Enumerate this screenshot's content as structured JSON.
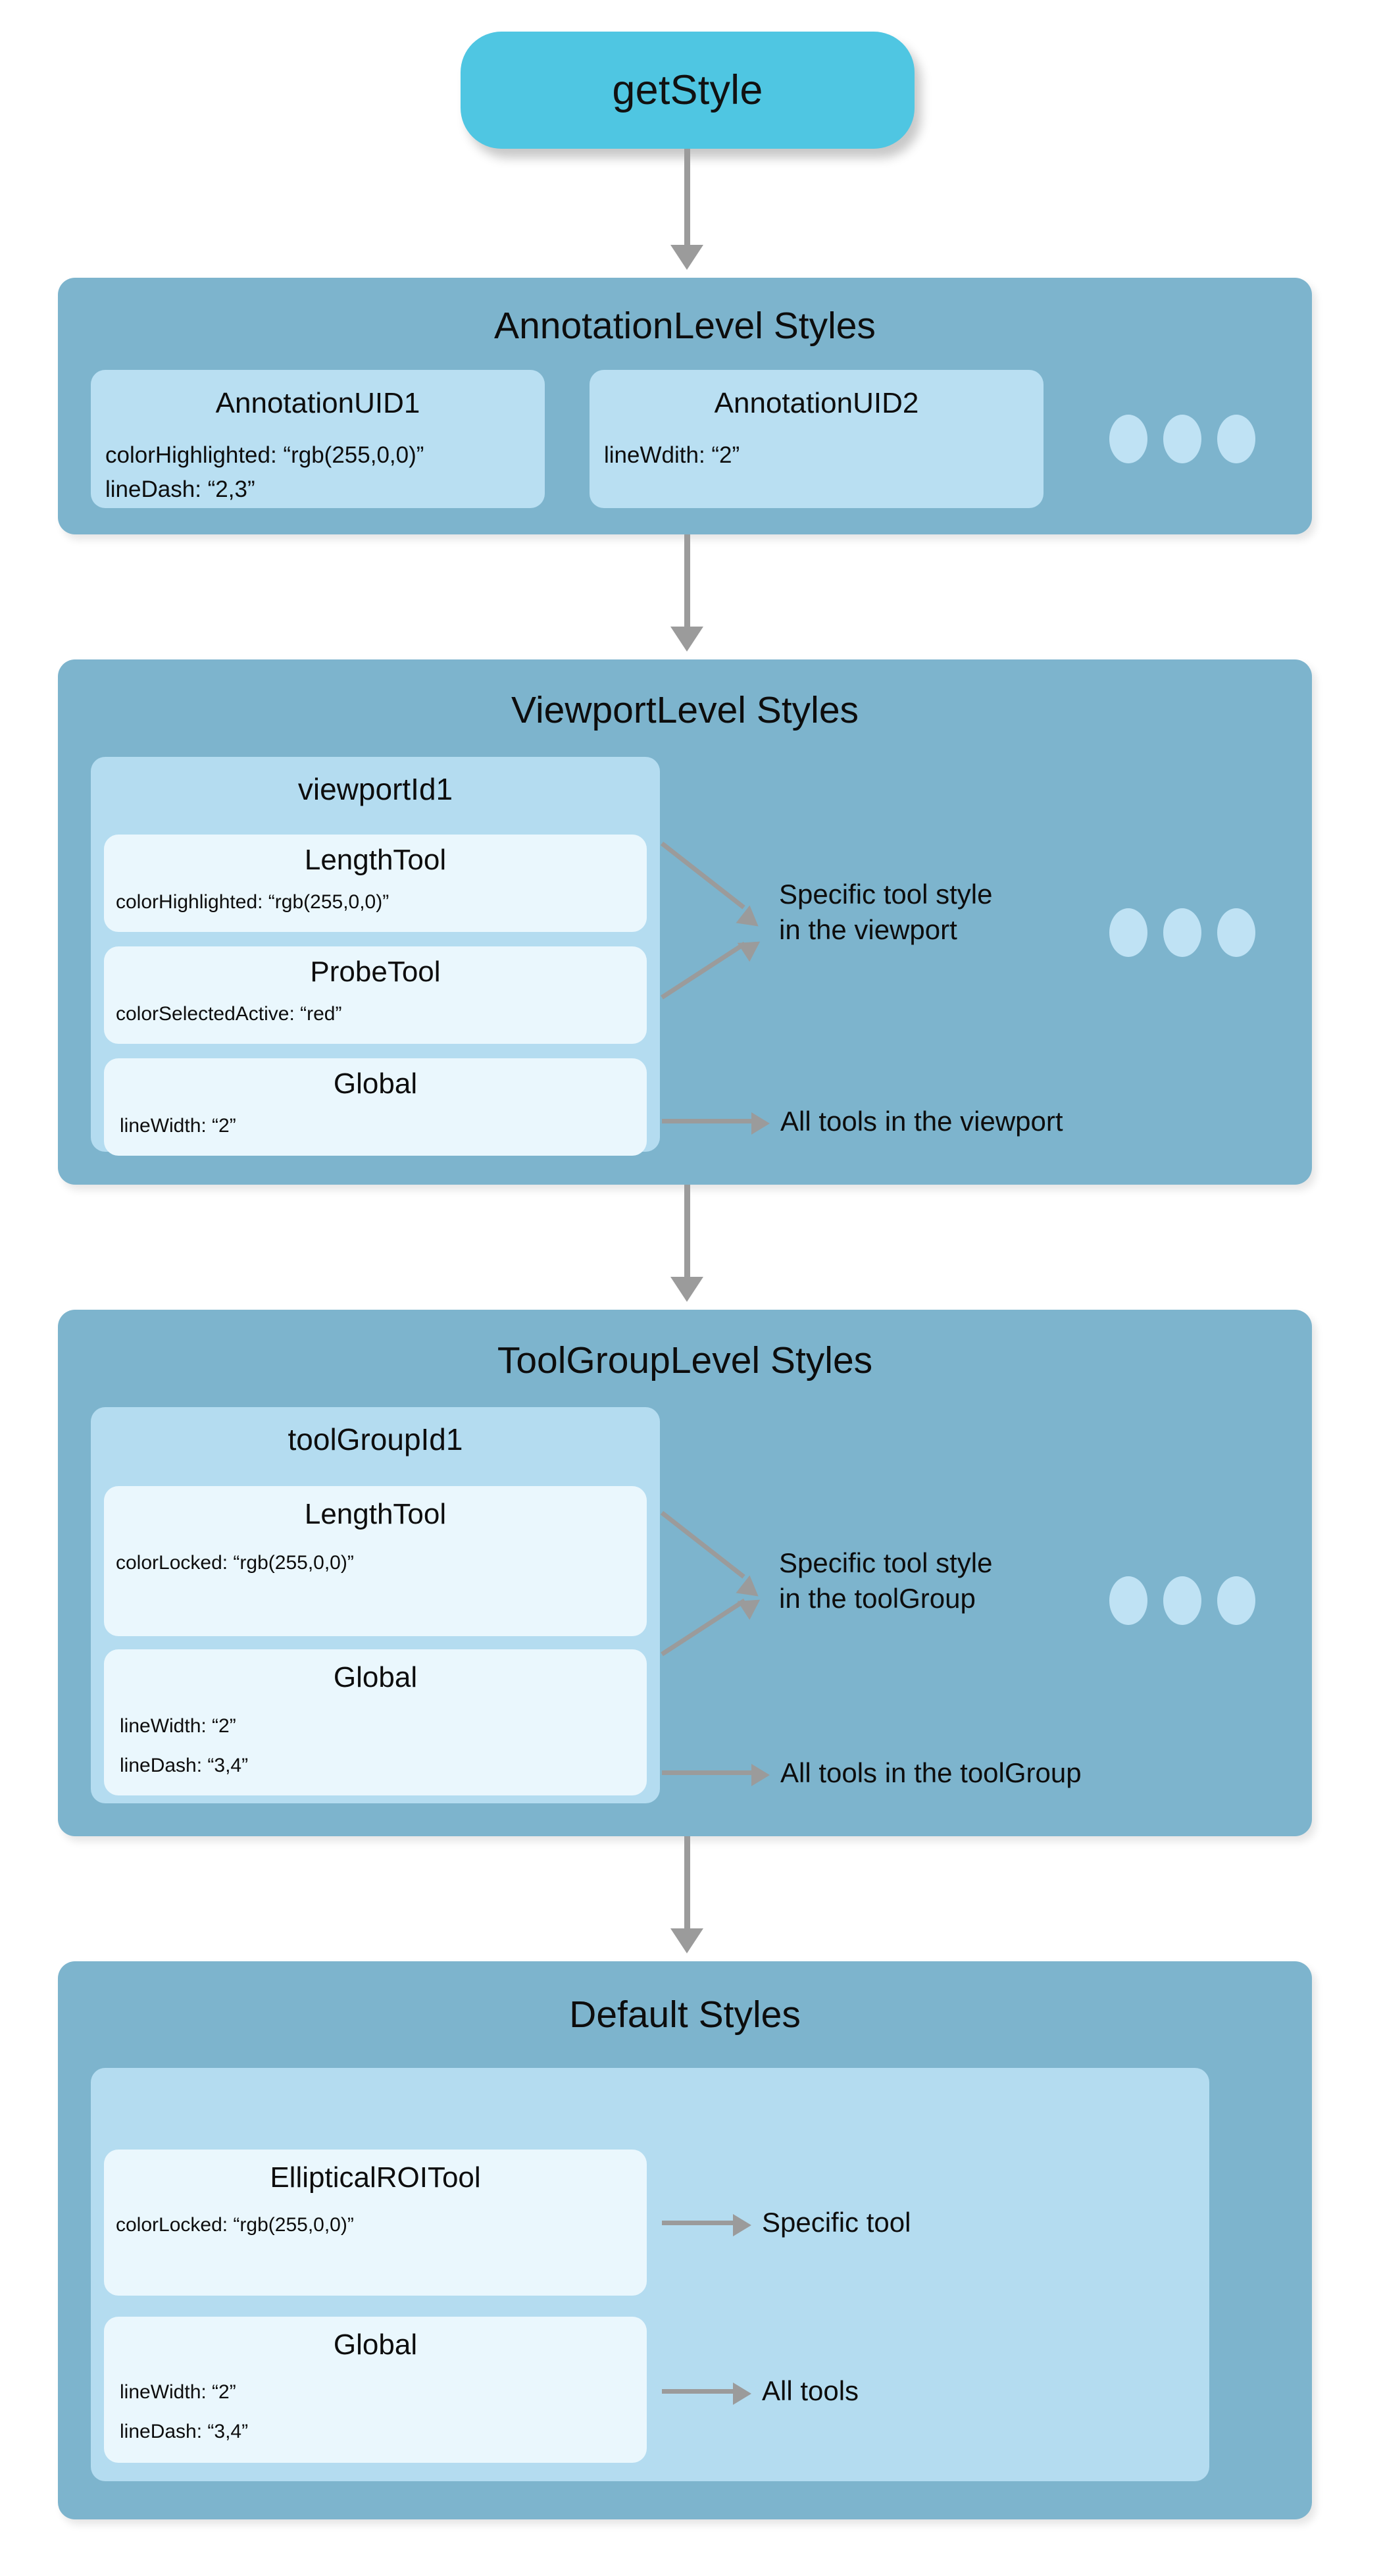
{
  "start": {
    "label": "getStyle"
  },
  "sections": [
    {
      "id": "annotation-level",
      "title": "AnnotationLevel Styles",
      "groups": [
        {
          "title": "AnnotationUID1",
          "props": [
            "colorHighlighted: “rgb(255,0,0)”",
            "lineDash: “2,3”"
          ]
        },
        {
          "title": "AnnotationUID2",
          "props": [
            "lineWdith: “2”"
          ]
        }
      ],
      "more_indicator": "ellipsis-dots"
    },
    {
      "id": "viewport-level",
      "title": "ViewportLevel Styles",
      "group_title": "viewportId1",
      "cards": [
        {
          "title": "LengthTool",
          "props": [
            "colorHighlighted: “rgb(255,0,0)”"
          ]
        },
        {
          "title": "ProbeTool",
          "props": [
            "colorSelectedActive: “red”"
          ]
        },
        {
          "title": "Global",
          "props": [
            "lineWidth: “2”"
          ]
        }
      ],
      "notes": [
        {
          "text": "Specific tool style\nin the viewport"
        },
        {
          "text": "All tools in the viewport"
        }
      ],
      "more_indicator": "ellipsis-dots"
    },
    {
      "id": "toolgroup-level",
      "title": "ToolGroupLevel Styles",
      "group_title": "toolGroupId1",
      "cards": [
        {
          "title": "LengthTool",
          "props": [
            "colorLocked: “rgb(255,0,0)”"
          ]
        },
        {
          "title": "Global",
          "props": [
            "lineWidth: “2”",
            "lineDash: “3,4”"
          ]
        }
      ],
      "notes": [
        {
          "text": "Specific tool style\nin the toolGroup"
        },
        {
          "text": "All tools in the toolGroup"
        }
      ],
      "more_indicator": "ellipsis-dots"
    },
    {
      "id": "default-level",
      "title": "Default Styles",
      "group_title": "",
      "cards": [
        {
          "title": "EllipticalROITool",
          "props": [
            "colorLocked: “rgb(255,0,0)”"
          ]
        },
        {
          "title": "Global",
          "props": [
            "lineWidth: “2”",
            "lineDash: “3,4”"
          ]
        }
      ],
      "notes": [
        {
          "text": "Specific tool"
        },
        {
          "text": "All tools"
        }
      ]
    }
  ],
  "colors": {
    "start_pill": "#4fc6e2",
    "panel": "#7db4cd",
    "group": "#b4dcf0",
    "card": "#eaf7fd",
    "arrow": "#9b9b9b",
    "dot": "#bfe2f4",
    "background": "#ffffff"
  }
}
